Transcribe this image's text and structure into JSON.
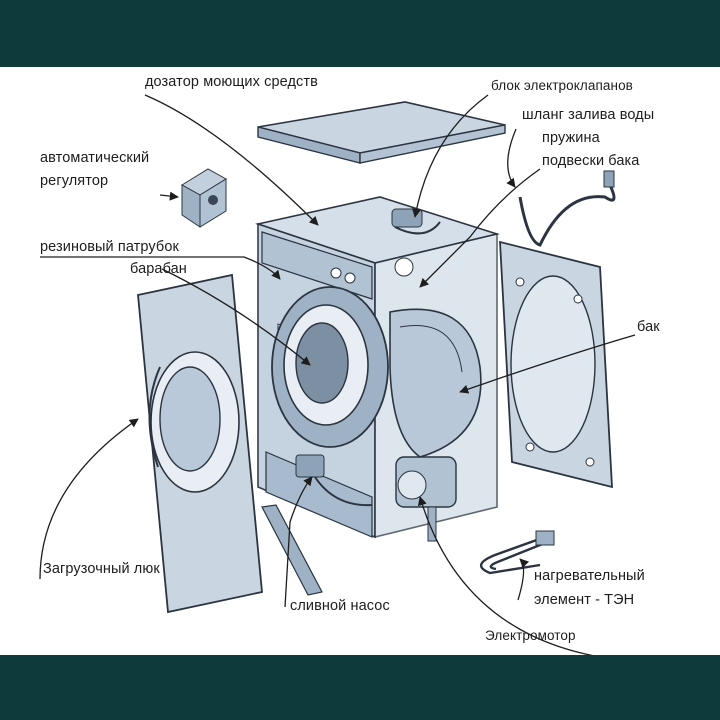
{
  "labels": {
    "dispenser": "дозатор моющих средств",
    "valve_block": "блок электроклапанов",
    "inlet_hose": "шланг залива воды",
    "spring_1": "пружина",
    "spring_2": "подвески бака",
    "auto_regulator_1": "автоматический",
    "auto_regulator_2": "регулятор",
    "rubber_pipe": "резиновый патрубок",
    "drum": "барабан",
    "tank": "бак",
    "loading_door": "Загрузочный люк",
    "heater_1": "нагревательный",
    "heater_2": "элемент - ТЭН",
    "drain_pump": "сливной насос",
    "motor": "Электромотор"
  },
  "colors": {
    "band": "#0f3a3c",
    "paper": "#ffffff",
    "panel_fill": "#c9d6e2",
    "panel_dark": "#9fb2c5",
    "line": "#2b3440",
    "text": "#1d1d1d"
  }
}
